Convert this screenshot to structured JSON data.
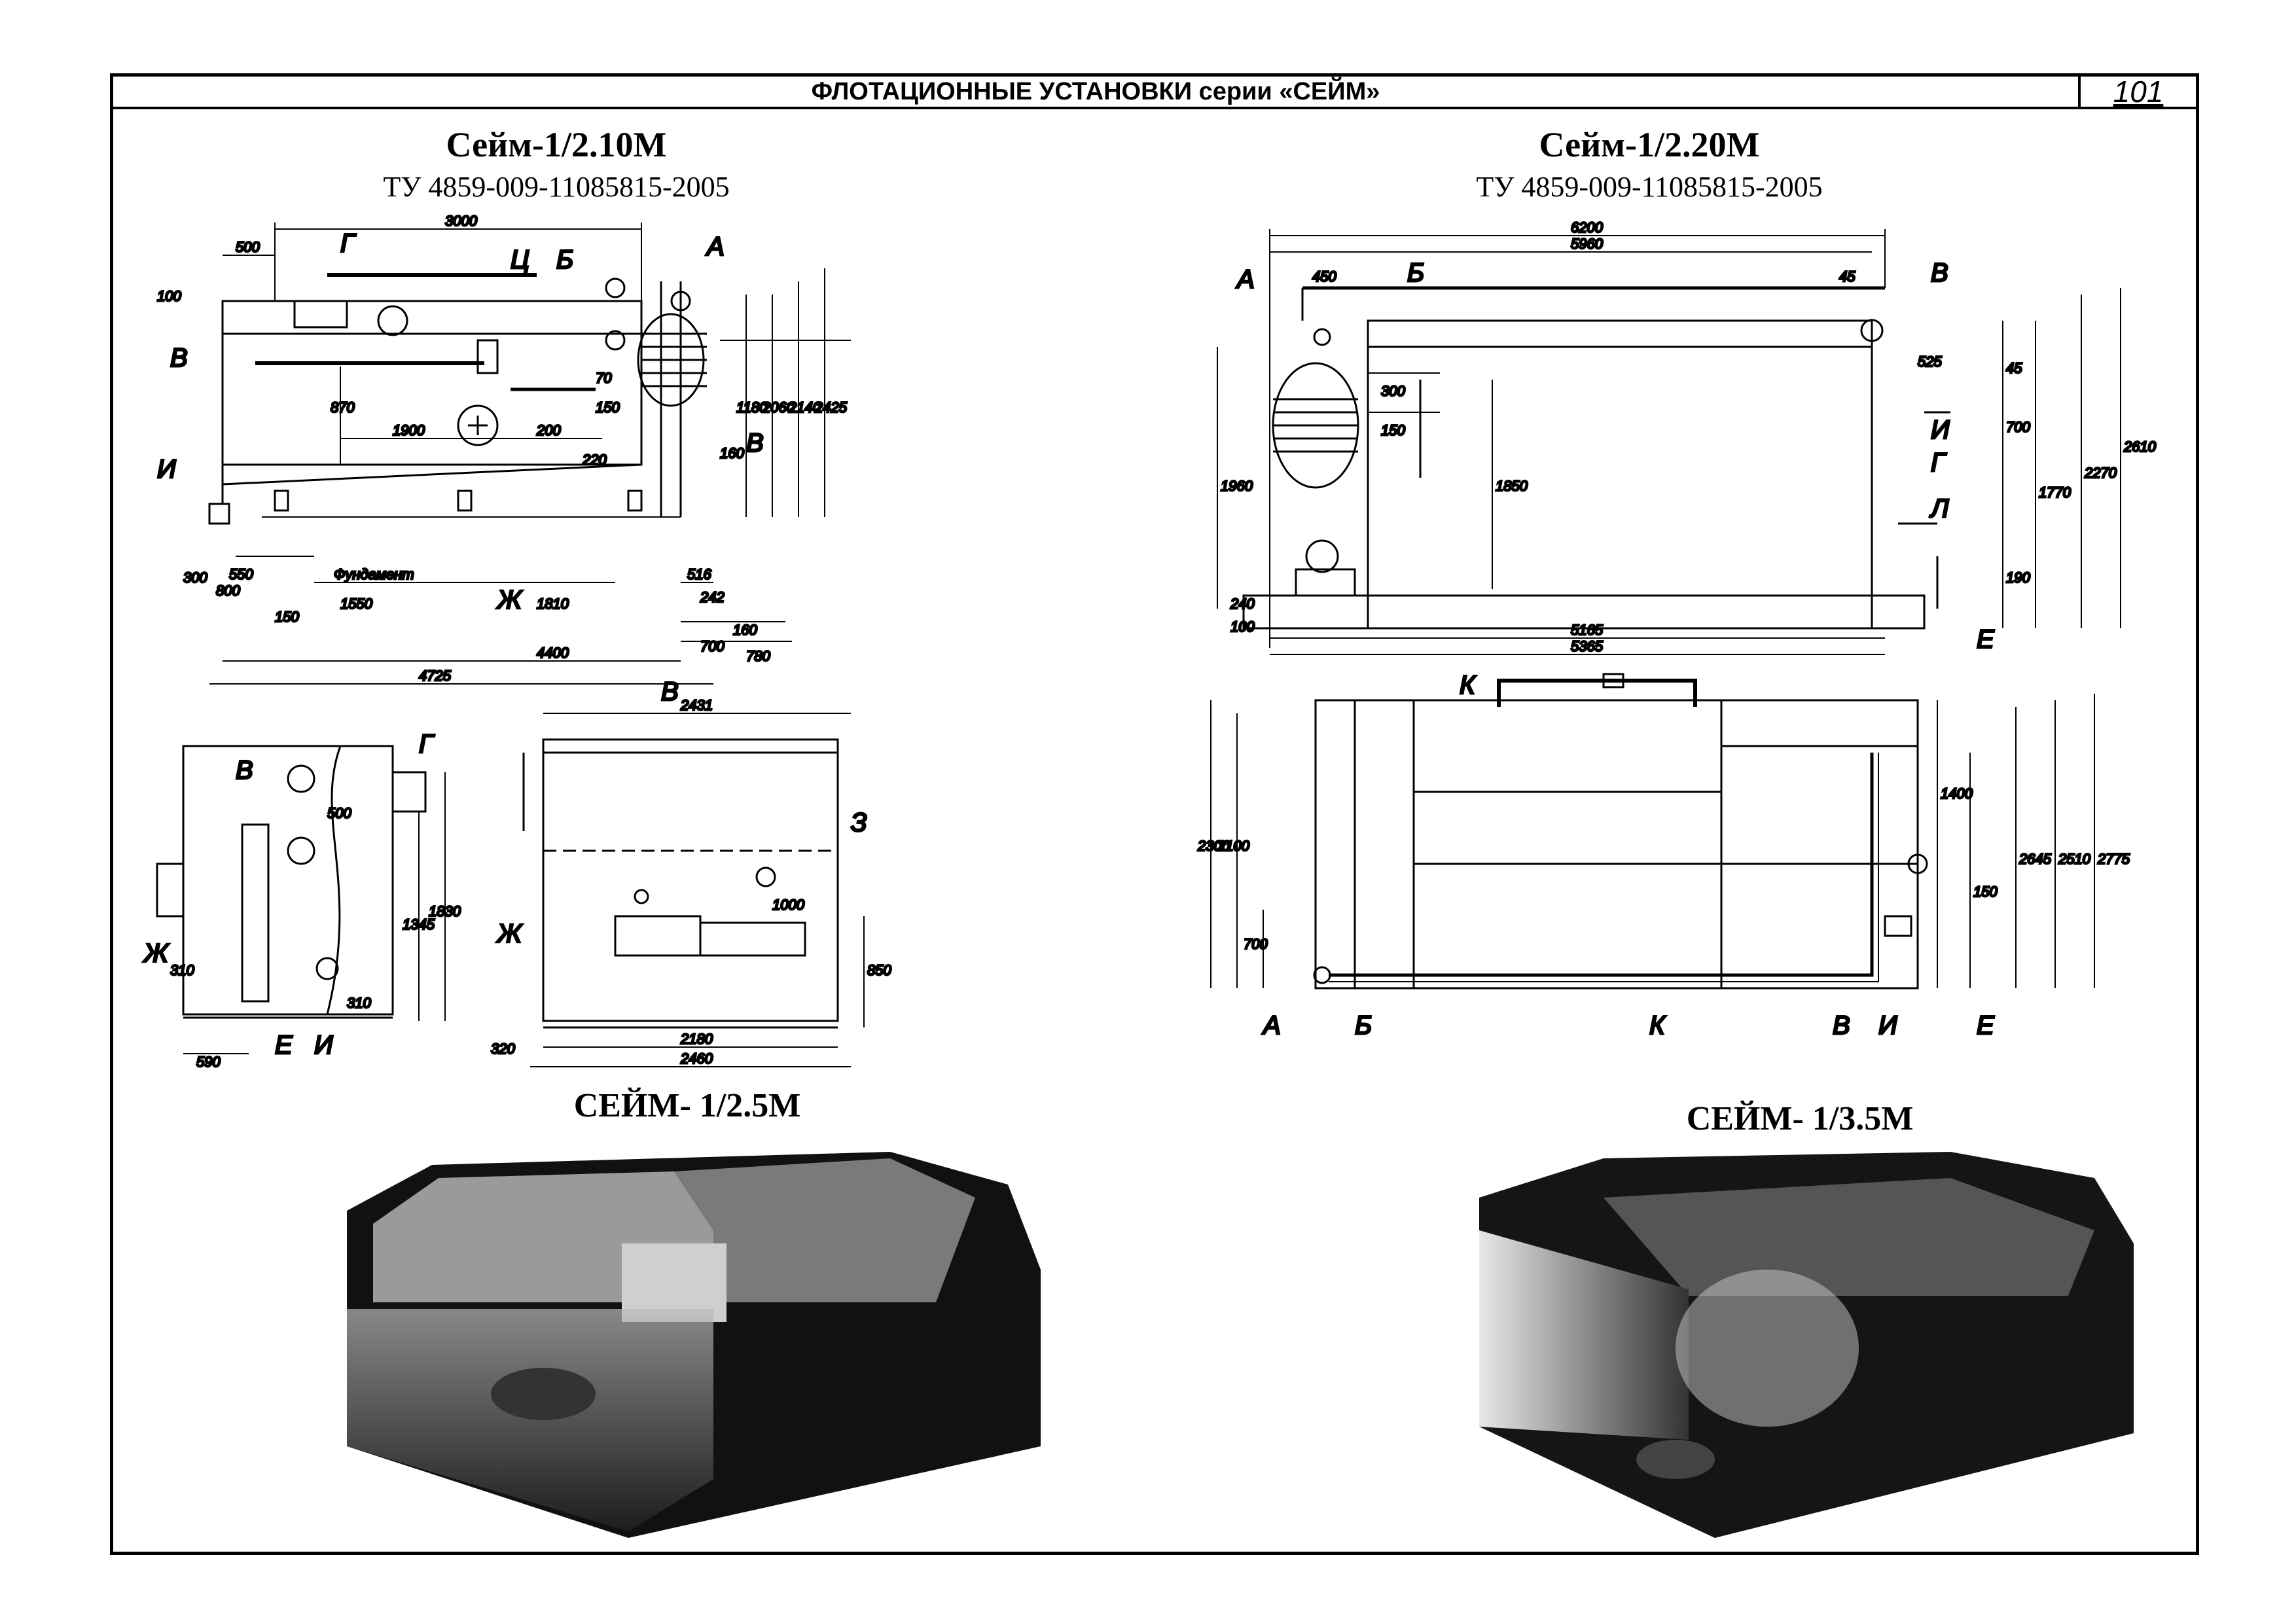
{
  "header": {
    "title": "ФЛОТАЦИОННЫЕ УСТАНОВКИ серии «СЕЙМ»",
    "page_number": "101"
  },
  "left_model": {
    "name": "Сейм-1/2.10М",
    "spec": "ТУ 4859-009-11085815-2005"
  },
  "right_model": {
    "name": "Сейм-1/2.20М",
    "spec": "ТУ 4859-009-11085815-2005"
  },
  "photo_left": {
    "caption": "СЕЙМ- 1/2.5М"
  },
  "photo_right": {
    "caption": "СЕЙМ- 1/3.5М"
  },
  "drawing_left_side": {
    "letters": [
      "Г",
      "Ц",
      "Б",
      "А",
      "В",
      "И",
      "В",
      "Ж"
    ],
    "dims": [
      "3000",
      "500",
      "100",
      "1180",
      "2060",
      "2140",
      "2425",
      "870",
      "1900",
      "200",
      "150",
      "70",
      "220",
      "160",
      "Фундамент",
      "1550",
      "1810",
      "300",
      "550",
      "800",
      "150",
      "516",
      "242",
      "160",
      "700",
      "780",
      "4400",
      "4725"
    ]
  },
  "drawing_left_end": {
    "letters": [
      "Г",
      "В",
      "Ж",
      "Е",
      "И"
    ],
    "dims": [
      "500",
      "1345",
      "1830",
      "310",
      "310",
      "590"
    ]
  },
  "drawing_left_front": {
    "letters": [
      "В",
      "З",
      "Ж"
    ],
    "dims": [
      "2431",
      "1000",
      "850",
      "2180",
      "2460",
      "320"
    ]
  },
  "drawing_right_side": {
    "letters": [
      "А",
      "Б",
      "В",
      "И",
      "Г",
      "Л",
      "Е"
    ],
    "dims": [
      "6200",
      "5960",
      "450",
      "45",
      "525",
      "45",
      "300",
      "150",
      "1960",
      "1850",
      "700",
      "1770",
      "2270",
      "2610",
      "190",
      "240",
      "100",
      "5165",
      "5365"
    ]
  },
  "drawing_right_plan": {
    "letters": [
      "К",
      "А",
      "Б",
      "К",
      "В",
      "И",
      "Е"
    ],
    "dims": [
      "2300",
      "2100",
      "700",
      "1400",
      "150",
      "2645",
      "2510",
      "2775"
    ]
  },
  "colors": {
    "ink": "#000000",
    "paper": "#ffffff"
  }
}
